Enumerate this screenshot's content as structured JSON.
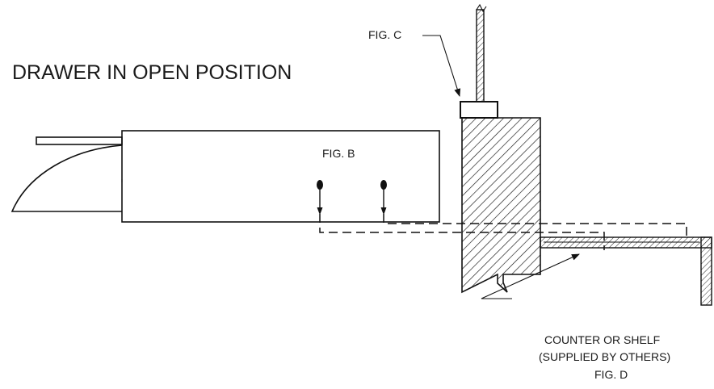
{
  "labels": {
    "title": "DRAWER IN OPEN POSITION",
    "fig_b": "FIG. B",
    "fig_c": "FIG. C",
    "counter_line1": "COUNTER OR SHELF",
    "counter_line2": "(SUPPLIED BY OTHERS)",
    "fig_d": "FIG. D"
  },
  "colors": {
    "line": "#111111",
    "background": "#ffffff"
  }
}
